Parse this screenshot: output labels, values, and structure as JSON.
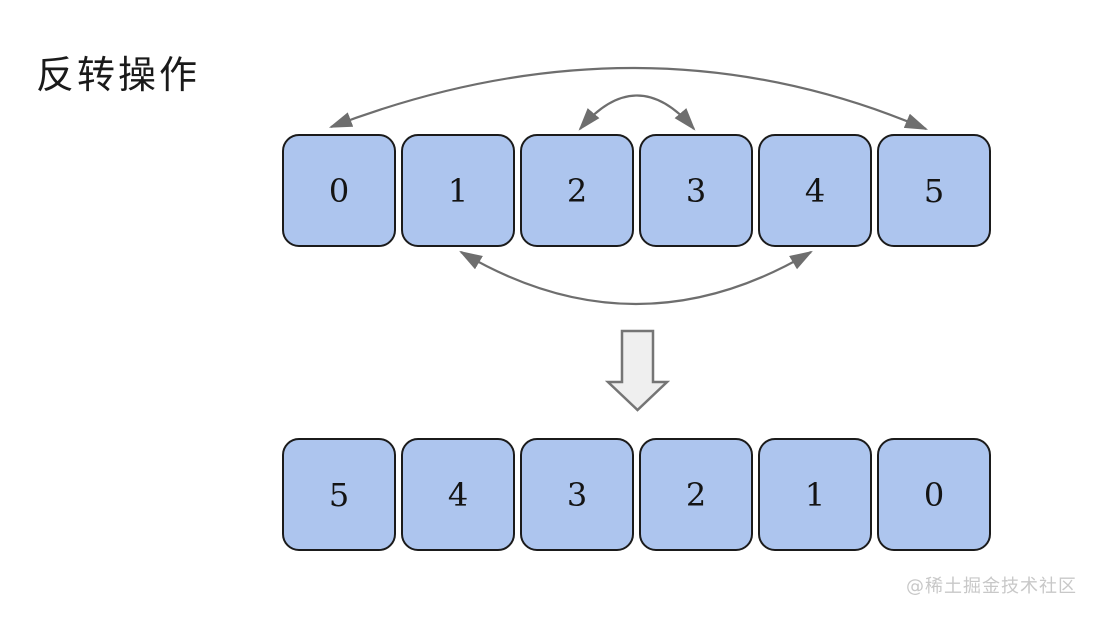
{
  "title": "反转操作",
  "array": {
    "before": [
      "0",
      "1",
      "2",
      "3",
      "4",
      "5"
    ],
    "after": [
      "5",
      "4",
      "3",
      "2",
      "1",
      "0"
    ]
  },
  "swaps": [
    {
      "from": "0",
      "to": "5",
      "position": "top"
    },
    {
      "from": "2",
      "to": "3",
      "position": "top"
    },
    {
      "from": "1",
      "to": "4",
      "position": "bottom"
    }
  ],
  "watermark": "@稀土掘金技术社区",
  "colors": {
    "box_fill": "#adc5ee",
    "box_border": "#1b1b1b",
    "arrow": "#6e6e6e",
    "transform_arrow_fill": "#efefef",
    "transform_arrow_border": "#757575",
    "watermark_text": "#c8c8c8"
  }
}
